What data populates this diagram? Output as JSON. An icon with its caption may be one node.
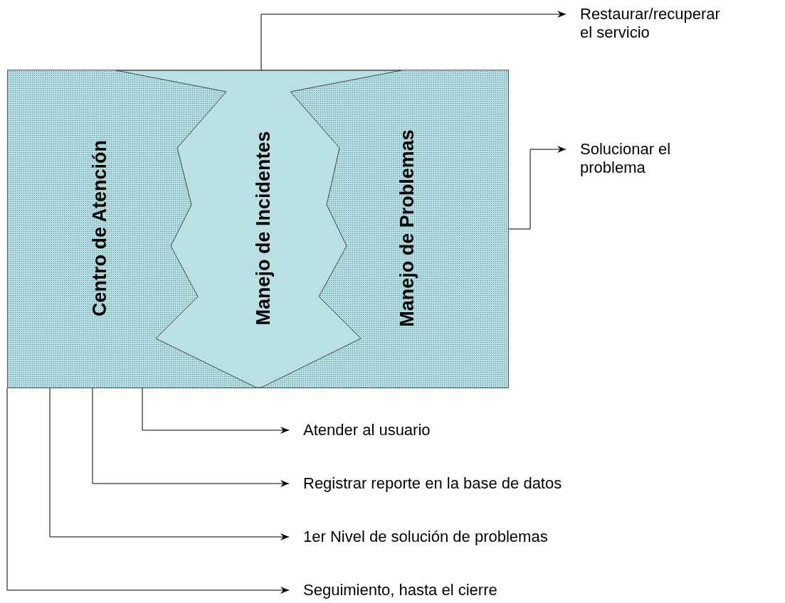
{
  "diagram": {
    "nodes": [
      {
        "text": [
          "Centro de Atención",
          "Manejo de Problemas"
        ]
      },
      {
        "text": [
          "Manejo de Incidentes"
        ],
        "in": 0
      },
      {
        "text": [
          "Restaurar/recuperar el servicio"
        ]
      },
      {
        "text": [
          "Solucionar el problema"
        ]
      },
      {
        "text": [
          "Atender al usuario"
        ]
      },
      {
        "text": [
          "Registrar reporte en la base de datos"
        ]
      },
      {
        "text": [
          "1er Nivel de solución de problemas"
        ]
      },
      {
        "text": [
          "Seguimiento, hasta el cierre"
        ]
      }
    ],
    "edges": [
      {
        "from": 1,
        "to": 2,
        "arrow": "to"
      },
      {
        "from": 0,
        "to": 3,
        "arrow": "to"
      },
      {
        "from": 0,
        "to": 4,
        "arrow": "to"
      },
      {
        "from": 0,
        "to": 5,
        "arrow": "to"
      },
      {
        "from": 0,
        "to": 6,
        "arrow": "to"
      },
      {
        "from": 0,
        "to": 7,
        "arrow": "to"
      }
    ]
  }
}
